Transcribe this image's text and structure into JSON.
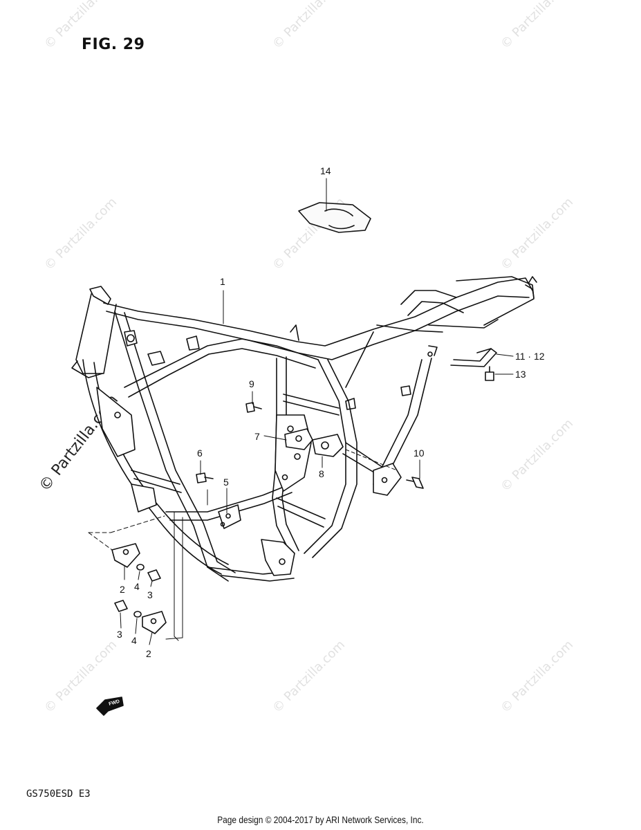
{
  "figure_label": "FIG. 29",
  "model_code": "GS750ESD  E3",
  "footer_text": "Page design © 2004-2017 by ARI Network Services, Inc.",
  "watermark_text": "© Partzilla.com",
  "fwd_label": "FWD",
  "callouts": {
    "c1": "1",
    "c2a": "2",
    "c2b": "2",
    "c3a": "3",
    "c3b": "3",
    "c4a": "4",
    "c4b": "4",
    "c5": "5",
    "c6": "6",
    "c7": "7",
    "c8": "8",
    "c9": "9",
    "c10": "10",
    "c11_12": "11 · 12",
    "c13": "13",
    "c14": "14"
  }
}
